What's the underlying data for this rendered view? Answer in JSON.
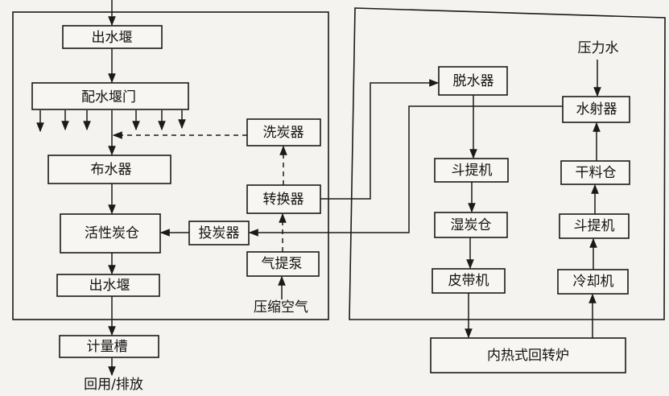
{
  "left_panel": {
    "weir_top": "出水堰",
    "distribution_gate": "配水堰门",
    "carbon_washer": "洗炭器",
    "water_distributor": "布水器",
    "converter": "转换器",
    "activated_carbon_bin": "活性炭仓",
    "carbon_feeder": "投炭器",
    "airlift_pump": "气提泵",
    "compressed_air": "压缩空气",
    "weir_bottom": "出水堰"
  },
  "outside": {
    "metering_tank": "计量槽",
    "reuse_discharge": "回用/排放",
    "rotary_kiln": "内热式回转炉"
  },
  "right_panel": {
    "dewaterer": "脱水器",
    "pressure_water": "压力水",
    "water_ejector": "水射器",
    "bucket_elevator_left": "斗提机",
    "wet_carbon_bin": "湿炭仓",
    "belt_conveyor": "皮带机",
    "dry_material_bin": "干料仓",
    "bucket_elevator_right": "斗提机",
    "cooler": "冷却机"
  }
}
